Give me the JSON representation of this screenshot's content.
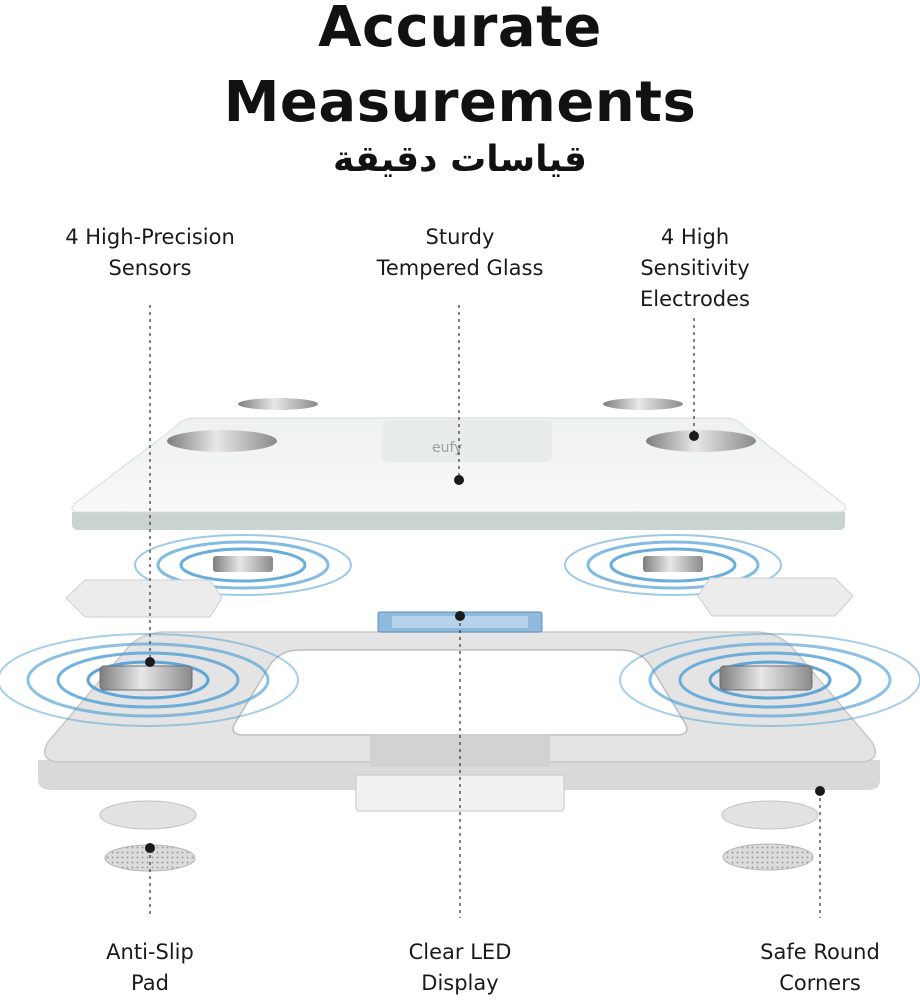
{
  "heading": {
    "line1": "Accurate",
    "line2": "Measurements",
    "arabic": "قياسات دقيقة"
  },
  "callouts": {
    "sensors": "4 High-Precision\nSensors",
    "glass": "Sturdy\nTempered Glass",
    "electrodes": "4 High\nSensitivity\nElectrodes",
    "anti_slip": "Anti-Slip\nPad",
    "led": "Clear LED\nDisplay",
    "corners": "Safe Round\nCorners"
  },
  "product": {
    "brand": "eufy"
  },
  "colors": {
    "glass_top": "#f4f6f6",
    "glass_edge": "#c9d3d2",
    "frame": "#e4e4e4",
    "frame_shadow": "#bdbdbd",
    "ripple": "#4f9fd6",
    "display_blue": "#8fb9dd",
    "electrode_metal": "#a9a9a9",
    "callout_line": "#333333"
  }
}
